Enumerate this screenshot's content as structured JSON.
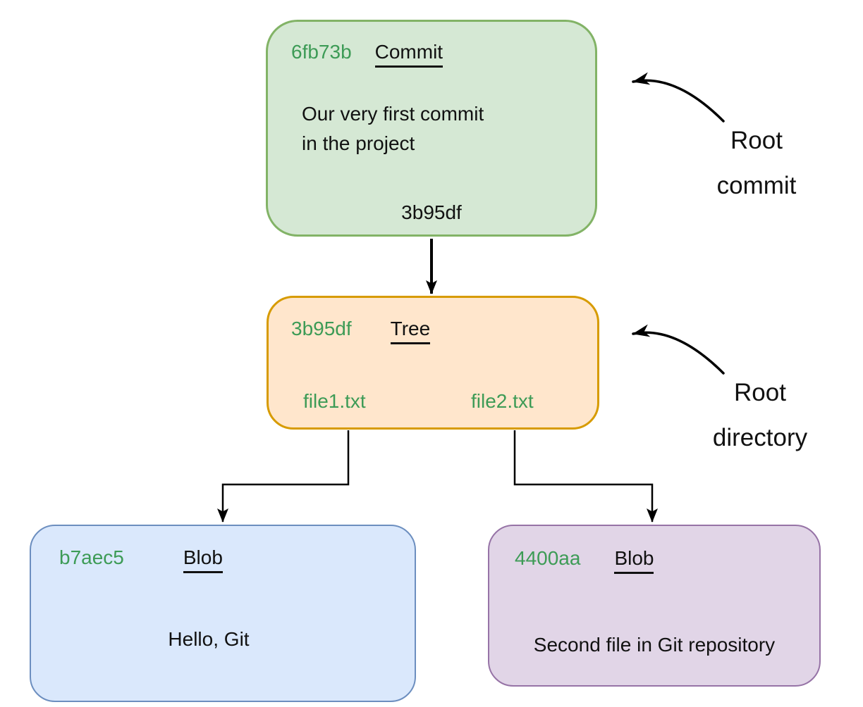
{
  "nodes": {
    "commit": {
      "hash": "6fb73b",
      "type_label": "Commit",
      "message_line1": "Our very first commit",
      "message_line2": "in the project",
      "tree_ref": "3b95df"
    },
    "tree": {
      "hash": "3b95df",
      "type_label": "Tree",
      "entries": [
        "file1.txt",
        "file2.txt"
      ]
    },
    "blob_file1": {
      "hash": "b7aec5",
      "type_label": "Blob",
      "content": "Hello, Git"
    },
    "blob_file2": {
      "hash": "4400aa",
      "type_label": "Blob",
      "content": "Second file in Git repository"
    }
  },
  "annotations": {
    "root_commit": {
      "line1": "Root",
      "line2": "commit"
    },
    "root_directory": {
      "line1": "Root",
      "line2": "directory"
    }
  },
  "colors": {
    "hash_text": "#3d9b56",
    "commit_fill": "#d5e8d4",
    "commit_stroke": "#82b366",
    "tree_fill": "#ffe6cc",
    "tree_stroke": "#d79b00",
    "blob1_fill": "#dae8fc",
    "blob1_stroke": "#6c8ebf",
    "blob2_fill": "#e1d5e7",
    "blob2_stroke": "#9673a6",
    "connector": "#000000"
  }
}
